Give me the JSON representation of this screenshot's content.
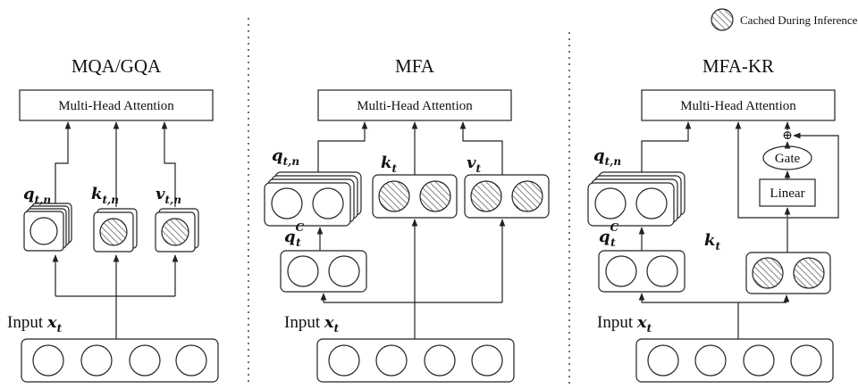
{
  "legend": {
    "icon": "hatched-circle-icon",
    "label": "Cached During Inference"
  },
  "panels": [
    {
      "id": "mqa-gqa",
      "title": "MQA/GQA",
      "attention_label": "Multi-Head Attention",
      "q_label": {
        "base": "q",
        "sub": "t,n"
      },
      "k_label": {
        "base": "k",
        "sub": "t,n"
      },
      "v_label": {
        "base": "v",
        "sub": "t,n"
      },
      "input_label": {
        "text": "Input ",
        "var": "x",
        "sub": "t"
      }
    },
    {
      "id": "mfa",
      "title": "MFA",
      "attention_label": "Multi-Head Attention",
      "q_label": {
        "base": "q",
        "sub": "t,n"
      },
      "qc_label": {
        "base": "q",
        "sup": "C",
        "sub": "t"
      },
      "k_label": {
        "base": "k",
        "sub": "t"
      },
      "v_label": {
        "base": "v",
        "sub": "t"
      },
      "input_label": {
        "text": "Input ",
        "var": "x",
        "sub": "t"
      }
    },
    {
      "id": "mfa-kr",
      "title": "MFA-KR",
      "attention_label": "Multi-Head Attention",
      "q_label": {
        "base": "q",
        "sub": "t,n"
      },
      "qc_label": {
        "base": "q",
        "sup": "C",
        "sub": "t"
      },
      "k_label": {
        "base": "k",
        "sub": "t"
      },
      "gate_label": "Gate",
      "linear_label": "Linear",
      "add_symbol": "⊕",
      "input_label": {
        "text": "Input ",
        "var": "x",
        "sub": "t"
      }
    }
  ]
}
